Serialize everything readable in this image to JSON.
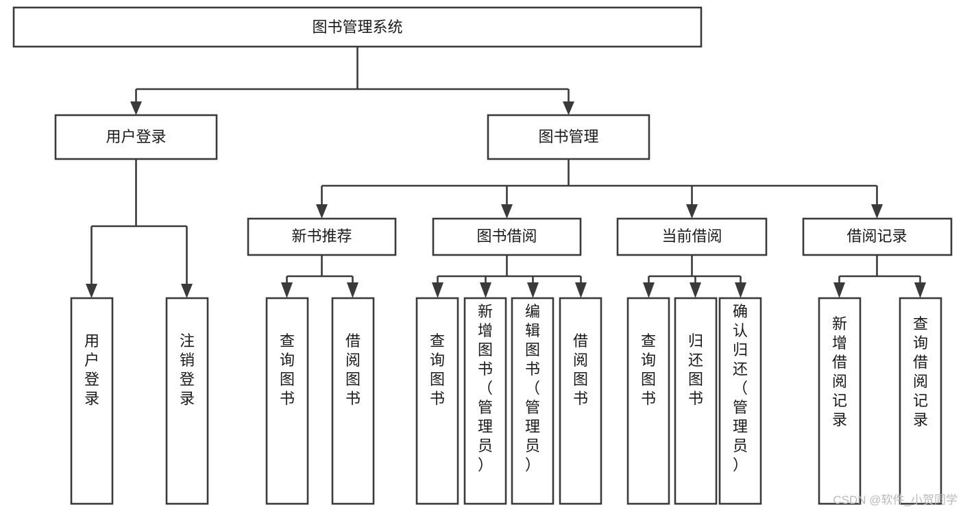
{
  "diagram": {
    "type": "hierarchy-tree",
    "title": "图书管理系统",
    "orientation": "top-down",
    "levels": 4,
    "root": {
      "id": "root",
      "label": "图书管理系统",
      "text_orientation": "horizontal"
    },
    "level2": [
      {
        "id": "user-login",
        "label": "用户登录",
        "text_orientation": "horizontal"
      },
      {
        "id": "book-manage",
        "label": "图书管理",
        "text_orientation": "horizontal"
      }
    ],
    "level3": [
      {
        "id": "new-book-rec",
        "label": "新书推荐",
        "text_orientation": "horizontal",
        "parent": "book-manage"
      },
      {
        "id": "book-borrow",
        "label": "图书借阅",
        "text_orientation": "horizontal",
        "parent": "book-manage"
      },
      {
        "id": "current-borrow",
        "label": "当前借阅",
        "text_orientation": "horizontal",
        "parent": "book-manage"
      },
      {
        "id": "borrow-record",
        "label": "借阅记录",
        "text_orientation": "horizontal",
        "parent": "book-manage"
      }
    ],
    "leaves": [
      {
        "id": "leaf-user-login",
        "label": "用户登录",
        "parent": "user-login",
        "text_orientation": "vertical"
      },
      {
        "id": "leaf-user-logout",
        "label": "注销登录",
        "parent": "user-login",
        "text_orientation": "vertical"
      },
      {
        "id": "leaf-query-book-1",
        "label": "查询图书",
        "parent": "new-book-rec",
        "text_orientation": "vertical"
      },
      {
        "id": "leaf-borrow-book-1",
        "label": "借阅图书",
        "parent": "new-book-rec",
        "text_orientation": "vertical"
      },
      {
        "id": "leaf-query-book-2",
        "label": "查询图书",
        "parent": "book-borrow",
        "text_orientation": "vertical"
      },
      {
        "id": "leaf-add-book",
        "label": "新增图书（管理员）",
        "parent": "book-borrow",
        "text_orientation": "vertical"
      },
      {
        "id": "leaf-edit-book",
        "label": "编辑图书（管理员）",
        "parent": "book-borrow",
        "text_orientation": "vertical"
      },
      {
        "id": "leaf-borrow-book-2",
        "label": "借阅图书",
        "parent": "book-borrow",
        "text_orientation": "vertical"
      },
      {
        "id": "leaf-query-book-3",
        "label": "查询图书",
        "parent": "current-borrow",
        "text_orientation": "vertical"
      },
      {
        "id": "leaf-return-book",
        "label": "归还图书",
        "parent": "current-borrow",
        "text_orientation": "vertical"
      },
      {
        "id": "leaf-confirm-return",
        "label": "确认归还（管理员）",
        "parent": "current-borrow",
        "text_orientation": "vertical"
      },
      {
        "id": "leaf-add-record",
        "label": "新增借阅记录",
        "parent": "borrow-record",
        "text_orientation": "vertical"
      },
      {
        "id": "leaf-query-record",
        "label": "查询借阅记录",
        "parent": "borrow-record",
        "text_orientation": "vertical"
      }
    ],
    "colors": {
      "box_stroke": "#3a3a3a",
      "box_fill": "#ffffff",
      "connector": "#3a3a3a",
      "text": "#1a1a1a",
      "background": "#ffffff",
      "watermark": "#b9b9b9"
    }
  },
  "watermark": {
    "text": "CSDN @软件_小贺同学"
  }
}
